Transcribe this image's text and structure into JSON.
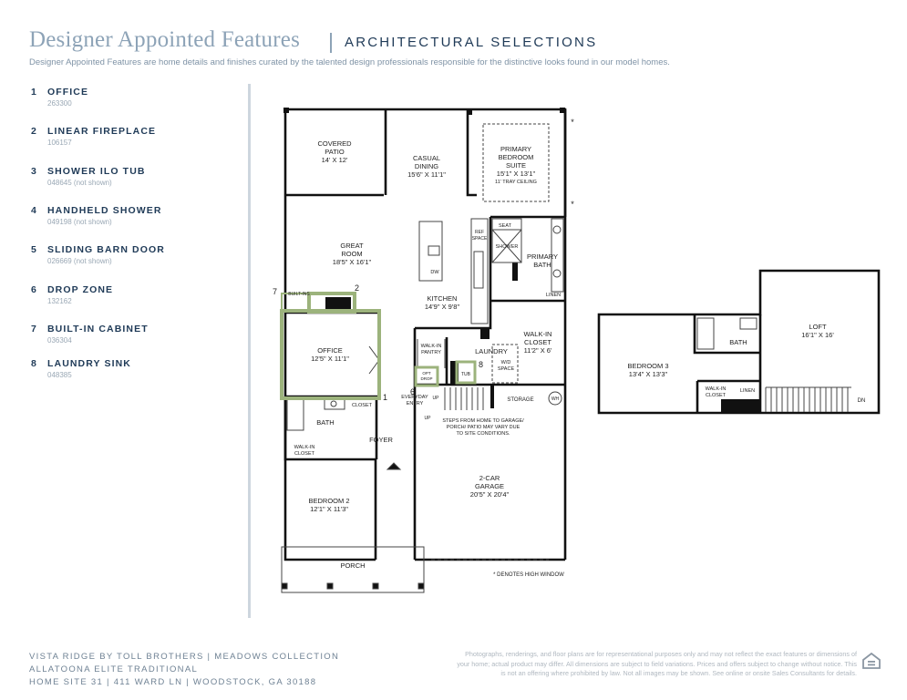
{
  "header": {
    "title": "Designer Appointed Features",
    "subtitle": "ARCHITECTURAL SELECTIONS",
    "description": "Designer Appointed Features are home details and finishes curated by the talented design professionals responsible for the distinctive looks found in our model homes."
  },
  "features": [
    {
      "num": "1",
      "name": "OFFICE",
      "code": "263300"
    },
    {
      "num": "2",
      "name": "LINEAR FIREPLACE",
      "code": "106157"
    },
    {
      "num": "3",
      "name": "SHOWER ILO TUB",
      "code": "048645 (not shown)"
    },
    {
      "num": "4",
      "name": "HANDHELD SHOWER",
      "code": "049198 (not shown)"
    },
    {
      "num": "5",
      "name": "SLIDING BARN DOOR",
      "code": "026669 (not shown)"
    },
    {
      "num": "6",
      "name": "DROP ZONE",
      "code": "132162"
    },
    {
      "num": "7",
      "name": "BUILT-IN CABINET",
      "code": "036304"
    },
    {
      "num": "8",
      "name": "LAUNDRY SINK",
      "code": "048385"
    }
  ],
  "plan_main": {
    "covered_patio": {
      "name": "COVERED",
      "name2": "PATIO",
      "dims": "14' X 12'"
    },
    "casual_dining": {
      "name": "CASUAL",
      "name2": "DINING",
      "dims": "15'6\" X 11'1\""
    },
    "primary_suite": {
      "name": "PRIMARY",
      "name2": "BEDROOM",
      "name3": "SUITE",
      "dims": "15'1\" X 13'1\"",
      "note": "11' TRAY CEILING"
    },
    "great_room": {
      "name": "GREAT",
      "name2": "ROOM",
      "dims": "18'5\" X 16'1\""
    },
    "kitchen": {
      "name": "KITCHEN",
      "dims": "14'9\" X 9'8\""
    },
    "office": {
      "name": "OFFICE",
      "dims": "12'5\" X 11'1\""
    },
    "primary_bath": {
      "name": "PRIMARY",
      "name2": "BATH"
    },
    "walk_in_closet": {
      "name": "WALK-IN",
      "name2": "CLOSET",
      "dims": "11'2\" X 6'"
    },
    "laundry": "LAUNDRY",
    "wd_space": {
      "line1": "W/D",
      "line2": "SPACE"
    },
    "walk_in_pantry": {
      "line1": "WALK-IN",
      "line2": "PANTRY"
    },
    "seat": "SEAT",
    "shower": "SHOWER",
    "linen": "LINEN",
    "ref_space": {
      "line1": "REF",
      "line2": "SPACE"
    },
    "dw": "DW",
    "built_ins": "BUILT-INS",
    "closet": "CLOSET",
    "bath": "BATH",
    "foyer": "FOYER",
    "walk_in_closet_small": {
      "line1": "WALK-IN",
      "line2": "CLOSET"
    },
    "bedroom2": {
      "name": "BEDROOM 2",
      "dims": "12'1\" X 11'3\""
    },
    "porch": "PORCH",
    "storage": "STORAGE",
    "wh": "WH",
    "everyday_entry": {
      "line1": "EVERYDAY",
      "line2": "ENTRY"
    },
    "up": "UP",
    "opt_drop": {
      "line1": "OPT",
      "line2": "DROP"
    },
    "tub": "TUB",
    "steps_note": {
      "line1": "STEPS FROM HOME TO GARAGE/",
      "line2": "PORCH/ PATIO MAY VARY DUE",
      "line3": "TO SITE CONDITIONS."
    },
    "garage": {
      "name": "2-CAR",
      "name2": "GARAGE",
      "dims": "20'5\" X 20'4\""
    },
    "high_window_note": "* DENOTES HIGH WINDOW",
    "star": "*",
    "callouts": {
      "c1": "1",
      "c2": "2",
      "c6": "6",
      "c7": "7",
      "c8": "8"
    }
  },
  "plan_upper": {
    "bedroom3": {
      "name": "BEDROOM 3",
      "dims": "13'4\" X 13'3\""
    },
    "bath": "BATH",
    "loft": {
      "name": "LOFT",
      "dims": "16'1\" X 16'"
    },
    "walk_in_closet": {
      "line1": "WALK-IN",
      "line2": "CLOSET"
    },
    "linen": "LINEN",
    "dn": "DN"
  },
  "footer": {
    "line1": "VISTA RIDGE BY TOLL BROTHERS  |  MEADOWS COLLECTION",
    "line2": "ALLATOONA ELITE TRADITIONAL",
    "line3": "HOME SITE 31  |  411 WARD LN  |  WOODSTOCK, GA 30188",
    "disclaimer": "Photographs, renderings, and floor plans are for representational purposes only and may not reflect the exact features or dimensions of your home; actual product may differ. All dimensions are subject to field variations. Prices and offers subject to change without notice. This is not an offering where prohibited by law. Not all images may be shown. See online or onsite Sales Consultants for details."
  },
  "colors": {
    "highlight": "#9cb37c",
    "accent": "#8da3b7",
    "navy": "#1f3a57"
  }
}
